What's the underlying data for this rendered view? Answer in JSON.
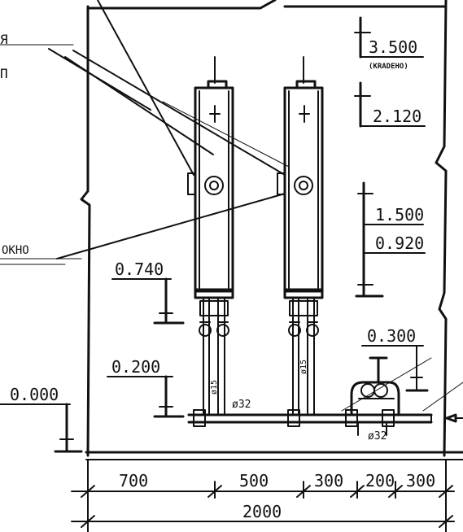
{
  "drawing": {
    "left_labels": {
      "top_label_char": "Я",
      "second_label_char": "П",
      "window_label": "ОКНО"
    },
    "elevations": {
      "e3500": "3.500",
      "e3500_note": "(KRADEHO)",
      "e2120": "2.120",
      "e1500": "1.500",
      "e0920": "0.920",
      "e0740": "0.740",
      "e0300": "0.300",
      "e0200": "0.200",
      "e0000": "0.000"
    },
    "pipe_labels": {
      "d32_left": "ø32",
      "d32_right": "ø32",
      "d15_a": "ø15",
      "d15_b": "ø15"
    },
    "dimensions": {
      "segments": [
        "700",
        "500",
        "300",
        "200",
        "300"
      ],
      "total": "2000"
    }
  }
}
